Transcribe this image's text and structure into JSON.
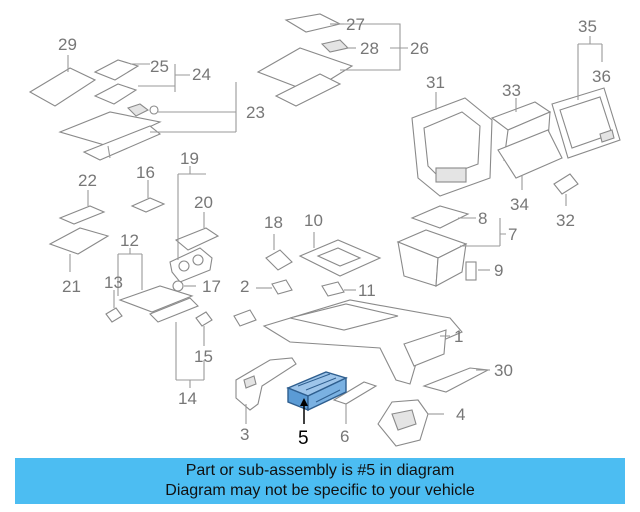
{
  "labels": {
    "n1": "1",
    "n2": "2",
    "n3": "3",
    "n4": "4",
    "n5": "5",
    "n6": "6",
    "n7": "7",
    "n8": "8",
    "n9": "9",
    "n10": "10",
    "n11": "11",
    "n12": "12",
    "n13": "13",
    "n14": "14",
    "n15": "15",
    "n16": "16",
    "n17": "17",
    "n18": "18",
    "n19": "19",
    "n20": "20",
    "n21": "21",
    "n22": "22",
    "n23": "23",
    "n24": "24",
    "n25": "25",
    "n26": "26",
    "n27": "27",
    "n28": "28",
    "n29": "29",
    "n30": "30",
    "n31": "31",
    "n32": "32",
    "n33": "33",
    "n34": "34",
    "n35": "35",
    "n36": "36"
  },
  "highlight": {
    "part_number": "5",
    "color": "#5b9bd5"
  },
  "banner": {
    "line1": "Part or sub-assembly is #5 in diagram",
    "line2": "Diagram may not be specific to your vehicle",
    "color": "#4cbdf2"
  }
}
